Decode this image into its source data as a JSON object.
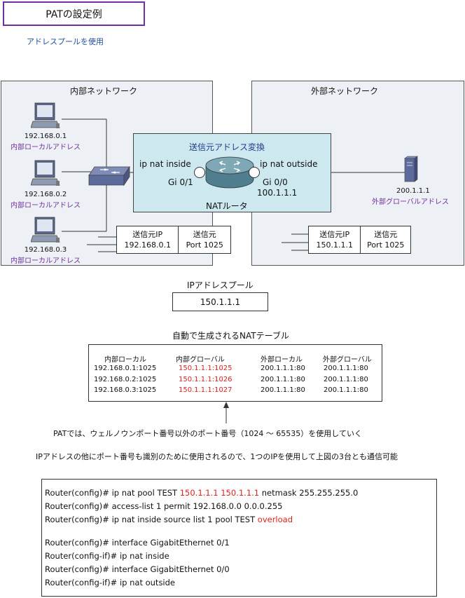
{
  "title": "PATの設定例",
  "subtitle": "アドレスプールを使用",
  "inside_network": {
    "label": "内部ネットワーク",
    "pcs": [
      {
        "ip": "192.168.0.1",
        "desc": "内部ローカルアドレス"
      },
      {
        "ip": "192.168.0.2",
        "desc": "内部ローカルアドレス"
      },
      {
        "ip": "192.168.0.3",
        "desc": "内部ローカルアドレス"
      }
    ]
  },
  "outside_network": {
    "label": "外部ネットワーク",
    "server_ip": "200.1.1.1",
    "server_desc": "外部グローバルアドレス"
  },
  "nat": {
    "caption": "送信元アドレス変換",
    "inside_cmd": "ip nat inside",
    "outside_cmd": "ip nat outside",
    "inside_if": "Gi 0/1",
    "outside_if": "Gi 0/0",
    "outside_ip": "100.1.1.1",
    "router_label": "NATルータ"
  },
  "packet_inside": {
    "h1": "送信元IP",
    "v1": "192.168.0.1",
    "h2": "送信元",
    "v2": "Port 1025"
  },
  "packet_outside": {
    "h1": "送信元IP",
    "v1": "150.1.1.1",
    "h2": "送信元",
    "v2": "Port 1025"
  },
  "pool": {
    "label": "IPアドレスプール",
    "value": "150.1.1.1"
  },
  "nat_table": {
    "label": "自動で生成されるNATテーブル",
    "headers": [
      "内部ローカル",
      "内部グローバル",
      "外部ローカル",
      "外部グローバル"
    ],
    "rows": [
      [
        "192.168.0.1:1025",
        "150.1.1.1:1025",
        "200.1.1.1:80",
        "200.1.1.1:80"
      ],
      [
        "192.168.0.2:1025",
        "150.1.1.1:1026",
        "200.1.1.1:80",
        "200.1.1.1:80"
      ],
      [
        "192.168.0.3:1025",
        "150.1.1.1:1027",
        "200.1.1.1:80",
        "200.1.1.1:80"
      ]
    ]
  },
  "note1": "PATでは、ウェルノウンポート番号以外のポート番号（1024 ～ 65535）を使用していく",
  "note2": "IPアドレスの他にポート番号も識別のために使用されるので、1つのIPを使用して上図の3台とも通信可能",
  "config": {
    "l1a": "Router(config)# ip nat pool TEST ",
    "l1b": "150.1.1.1 150.1.1.1",
    "l1c": " netmask 255.255.255.0",
    "l2": "Router(config)# access-list 1 permit 192.168.0.0 0.0.0.255",
    "l3a": "Router(config)# ip nat inside source list 1 pool TEST ",
    "l3b": "overload",
    "l4": "Router(config)# interface GigabitEthernet 0/1",
    "l5": "Router(config-if)# ip nat inside",
    "l6": "Router(config)# interface GigabitEthernet 0/0",
    "l7": "Router(config-if)# ip nat outside"
  },
  "colors": {
    "accent": "#7030a0",
    "red": "#e02020",
    "link": "#1f4e9c",
    "nat_bg": "#cde8ef",
    "net_bg": "#edf0f4"
  }
}
